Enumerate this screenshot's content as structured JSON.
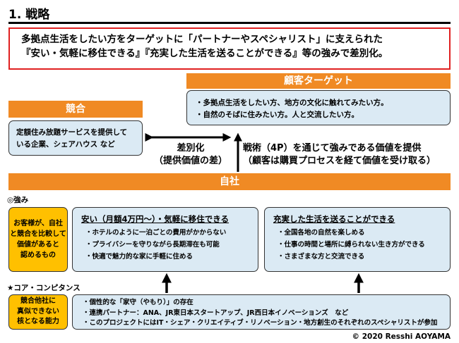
{
  "title": "1. 戦略",
  "main_message": {
    "line1": "多拠点生活をしたい方をターゲットに「パートナーやスペシャリスト」に支えられた",
    "line2": "『安い・気軽に移住できる』『充実した生活を送ることができる』等の強みで差別化。"
  },
  "target": {
    "heading": "顧客ターゲット",
    "items": [
      "・多拠点生活をしたい方、地方の文化に触れてみたい方。",
      "・自然のそばに住みたい方。人と交流したい方。"
    ]
  },
  "competitor": {
    "heading": "競合",
    "text": [
      "定額住み放題サービスを提供して",
      "いる企業、シェアハウス など"
    ]
  },
  "differentiation": {
    "line1": "差別化",
    "line2": "（提供価値の差）"
  },
  "technique": {
    "line1": "戦術（4P）を通じて強みである価値を提供",
    "line2": "（顧客は購買プロセスを経て価値を受け取る）"
  },
  "self": {
    "heading": "自社"
  },
  "strengths": {
    "label": "◎強み",
    "side_note": [
      "お客様が、自社",
      "と競合を比較して",
      "価値があると",
      "認めるもの"
    ],
    "left": {
      "title": "安い（月額4万円～）・気軽に移住できる",
      "items": [
        "・ホテルのように一泊ごとの費用がかからない",
        "・プライバシーを守りながら長期滞在も可能",
        "・快適で魅力的な家に手軽に住める"
      ]
    },
    "right": {
      "title": "充実した生活を送ることができる",
      "items": [
        "・全国各地の自然を楽しめる",
        "・仕事の時間と場所に縛られない生き方ができる",
        "・さまざまな方と交流できる"
      ]
    }
  },
  "core": {
    "label": "★コア・コンピタンス",
    "side_note": [
      "競合他社に",
      "真似できない",
      "核となる能力"
    ],
    "items": [
      "・個性的な「家守（やもり）」の存在",
      "・連携パートナー：ANA、JR東日本スタートアップ、JR西日本イノベーションズ　など",
      "・このプロジェクトにはIT・シェア・クリエイティブ・リノベーション・地方創生のそれぞれのスペシャリストが参加"
    ]
  },
  "copyright": "© 2020 Resshi AOYAMA",
  "colors": {
    "orange": "#f08a24",
    "light_blue": "#dbeaf4",
    "yellow": "#ffc000",
    "red_border": "#e02020"
  }
}
